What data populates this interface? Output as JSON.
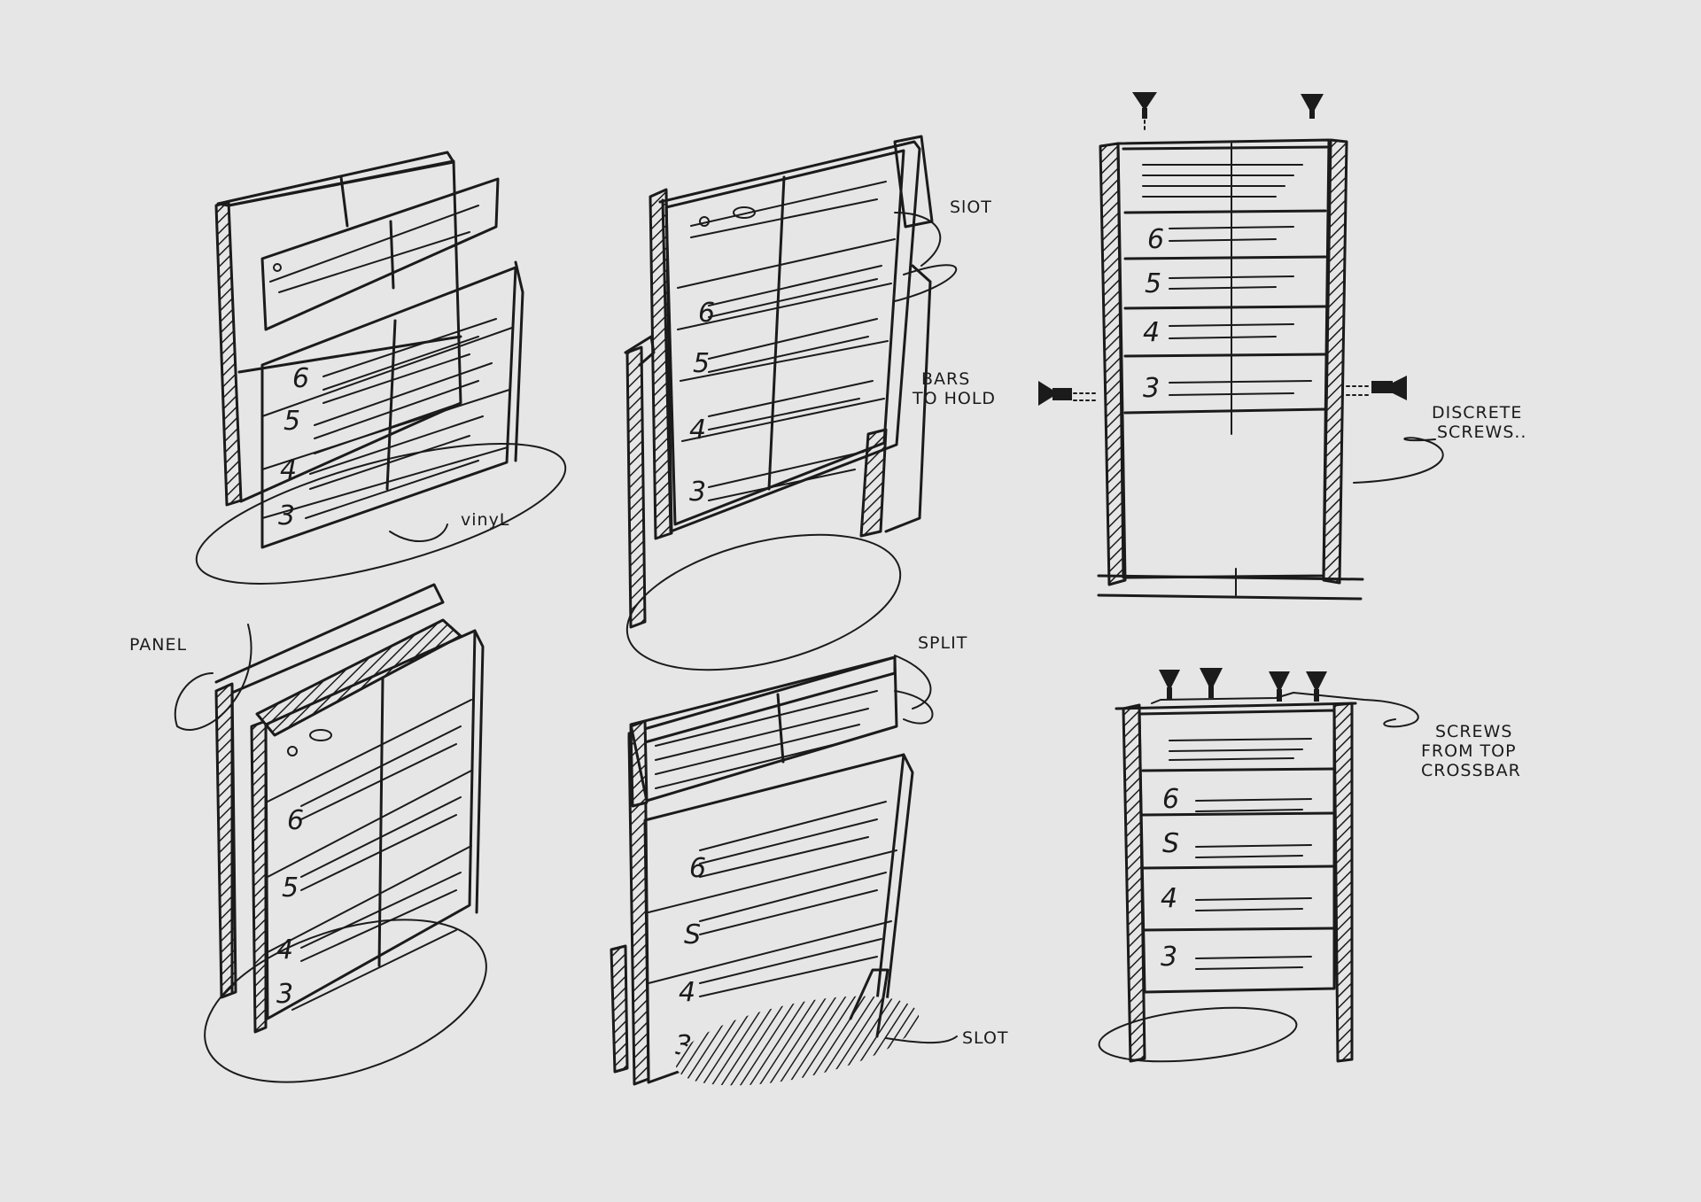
{
  "sketch": {
    "row_numbers": [
      "6",
      "5",
      "4",
      "3"
    ],
    "row_numbers_s": [
      "6",
      "S",
      "4",
      "3"
    ],
    "annotations": {
      "vinyl": "vinyL",
      "slot_top": "SlOT",
      "bars_to_hold_1": "BARS",
      "bars_to_hold_2": "TO HOLD",
      "discrete_screws_1": "DISCRETE",
      "discrete_screws_2": "SCREWS..",
      "panel": "PANEL",
      "split": "SPLIT",
      "slot_bottom": "SLOT",
      "screws_top_1": "SCREWS",
      "screws_top_2": "FROM TOP",
      "screws_top_3": "CROSSBAR"
    }
  }
}
